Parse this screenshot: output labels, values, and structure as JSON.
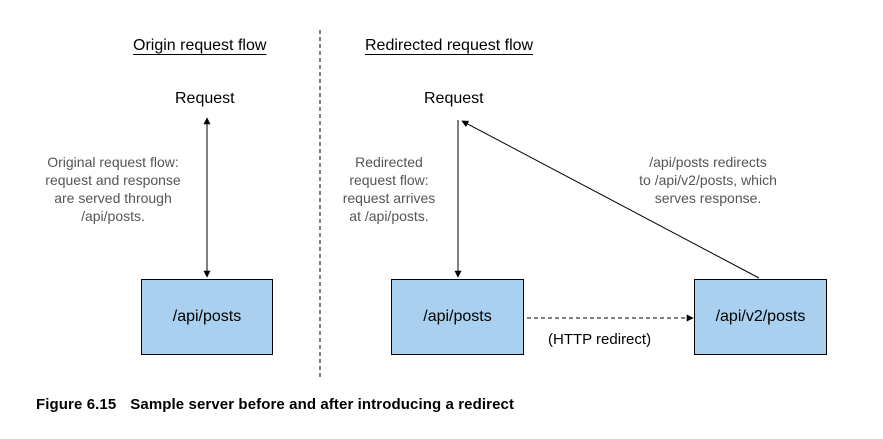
{
  "left_panel": {
    "heading": "Origin request flow",
    "request_label": "Request",
    "note_lines": [
      "Original request flow:",
      "request and response",
      "are served through",
      "/api/posts."
    ],
    "box_label": "/api/posts"
  },
  "right_panel": {
    "heading": "Redirected request flow",
    "request_label": "Request",
    "note_left_lines": [
      "Redirected",
      "request flow:",
      "request arrives",
      "at /api/posts."
    ],
    "note_right_lines": [
      "/api/posts redirects",
      "to /api/v2/posts, which",
      "serves response."
    ],
    "box_left_label": "/api/posts",
    "box_right_label": "/api/v2/posts",
    "redirect_label": "(HTTP redirect)"
  },
  "caption": {
    "number": "Figure 6.15",
    "text": "Sample server before and after introducing a redirect"
  },
  "colors": {
    "box_fill": "#a9d0ee",
    "note_text": "#555555",
    "line": "#000000"
  }
}
